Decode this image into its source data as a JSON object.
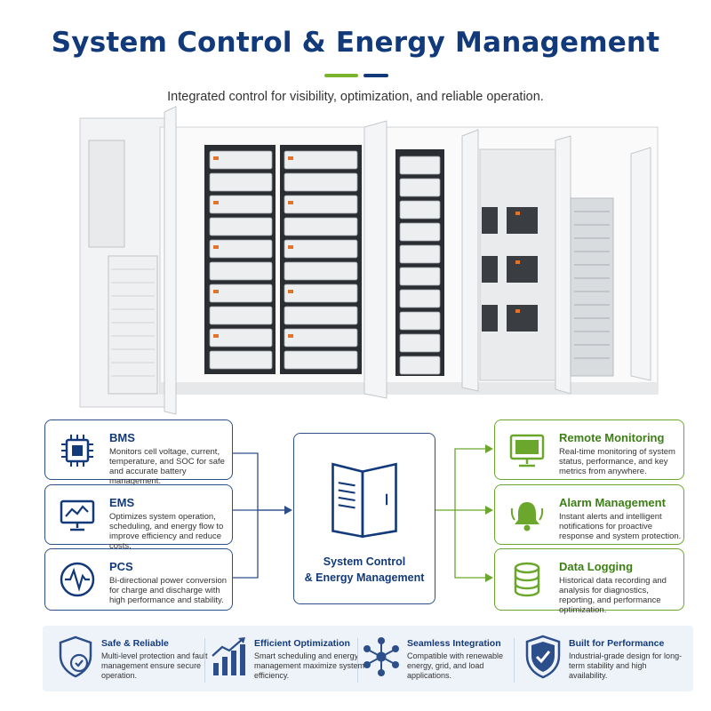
{
  "header": {
    "title": "System Control & Energy Management",
    "subtitle": "Integrated control for visibility, optimization, and reliable operation."
  },
  "left_cards": [
    {
      "title": "BMS",
      "description": "Monitors cell voltage, current, temperature, and SOC for safe and accurate battery management.",
      "icon": "chip-icon"
    },
    {
      "title": "EMS",
      "description": "Optimizes system operation, scheduling, and energy flow to improve efficiency and reduce costs.",
      "icon": "monitor-chart-icon"
    },
    {
      "title": "PCS",
      "description": "Bi-directional power conversion for charge and discharge with high performance and stability.",
      "icon": "waveform-icon"
    }
  ],
  "center": {
    "title_line1": "System Control",
    "title_line2": "& Energy Management",
    "icon": "cabinet-icon"
  },
  "right_cards": [
    {
      "title": "Remote Monitoring",
      "description": "Real-time monitoring of system status, performance, and key metrics from anywhere.",
      "icon": "desktop-monitor-icon"
    },
    {
      "title": "Alarm Management",
      "description": "Instant alerts and intelligent notifications for proactive response and system protection.",
      "icon": "bell-icon"
    },
    {
      "title": "Data Logging",
      "description": "Historical data recording and analysis for diagnostics, reporting, and performance optimization.",
      "icon": "database-icon"
    }
  ],
  "features": [
    {
      "title": "Safe & Reliable",
      "description": "Multi-level protection and fault management ensure secure operation.",
      "icon": "shield-check-icon"
    },
    {
      "title": "Efficient Optimization",
      "description": "Smart scheduling and energy management maximize system efficiency.",
      "icon": "bar-growth-icon"
    },
    {
      "title": "Seamless Integration",
      "description": "Compatible with renewable energy, grid, and load applications.",
      "icon": "network-hub-icon"
    },
    {
      "title": "Built for Performance",
      "description": "Industrial-grade design for long-term stability and high availability.",
      "icon": "shield-check-icon"
    }
  ],
  "colors": {
    "navy": "#123a7a",
    "green": "#6aa72c",
    "band": "#eef3fa"
  }
}
